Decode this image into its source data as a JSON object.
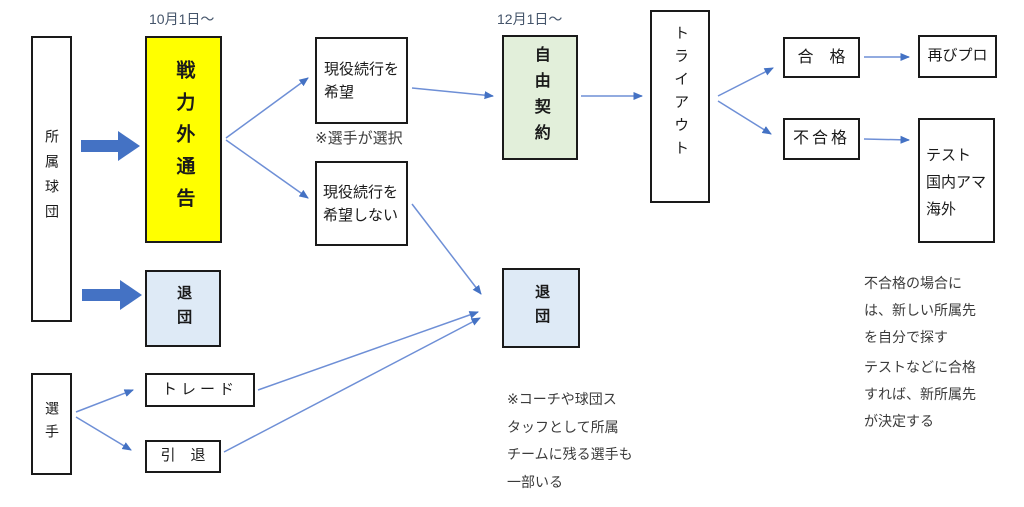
{
  "colors": {
    "notice_fill": "#FFFF00",
    "free_agent_fill": "#E2EFDA",
    "leave_fill": "#DEEAF6",
    "thick_arrow": "#4472C4",
    "thin_arrow_line": "#6E8FD6",
    "arrow_head": "#4472C4",
    "border_color": "#1A1A1A",
    "box_text": "#1A1A1A",
    "date_text": "#44546A",
    "note_text": "#3B3B3B"
  },
  "timeline": {
    "notice_date": "10月1日～",
    "free_agent_date": "12月1日～"
  },
  "nodes": {
    "team": "所属球団",
    "player": "選手",
    "notice": "戦力外通告",
    "leave_team_1": "退団",
    "trade": "トレード",
    "retire": "引　退",
    "wish_continue": "現役続行を\n希望",
    "wish_not_continue": "現役続行を\n希望しない",
    "free_agent": "自由契約",
    "leave_team_2": "退団",
    "tryout": "トライアウト",
    "pass": "合　格",
    "pro_again": "再びプロ",
    "fail": "不合格",
    "after_fail": "テスト\n国内アマ\n海外"
  },
  "notes": {
    "player_choice": "※選手が選択",
    "staff": "※コーチや球団ス\nタッフとして所属\nチームに残る選手も\n一部いる",
    "fail_case": "不合格の場合に\nは、新しい所属先\nを自分で探す",
    "pass_case": "テストなどに合格\nすれば、新所属先\nが決定する"
  }
}
